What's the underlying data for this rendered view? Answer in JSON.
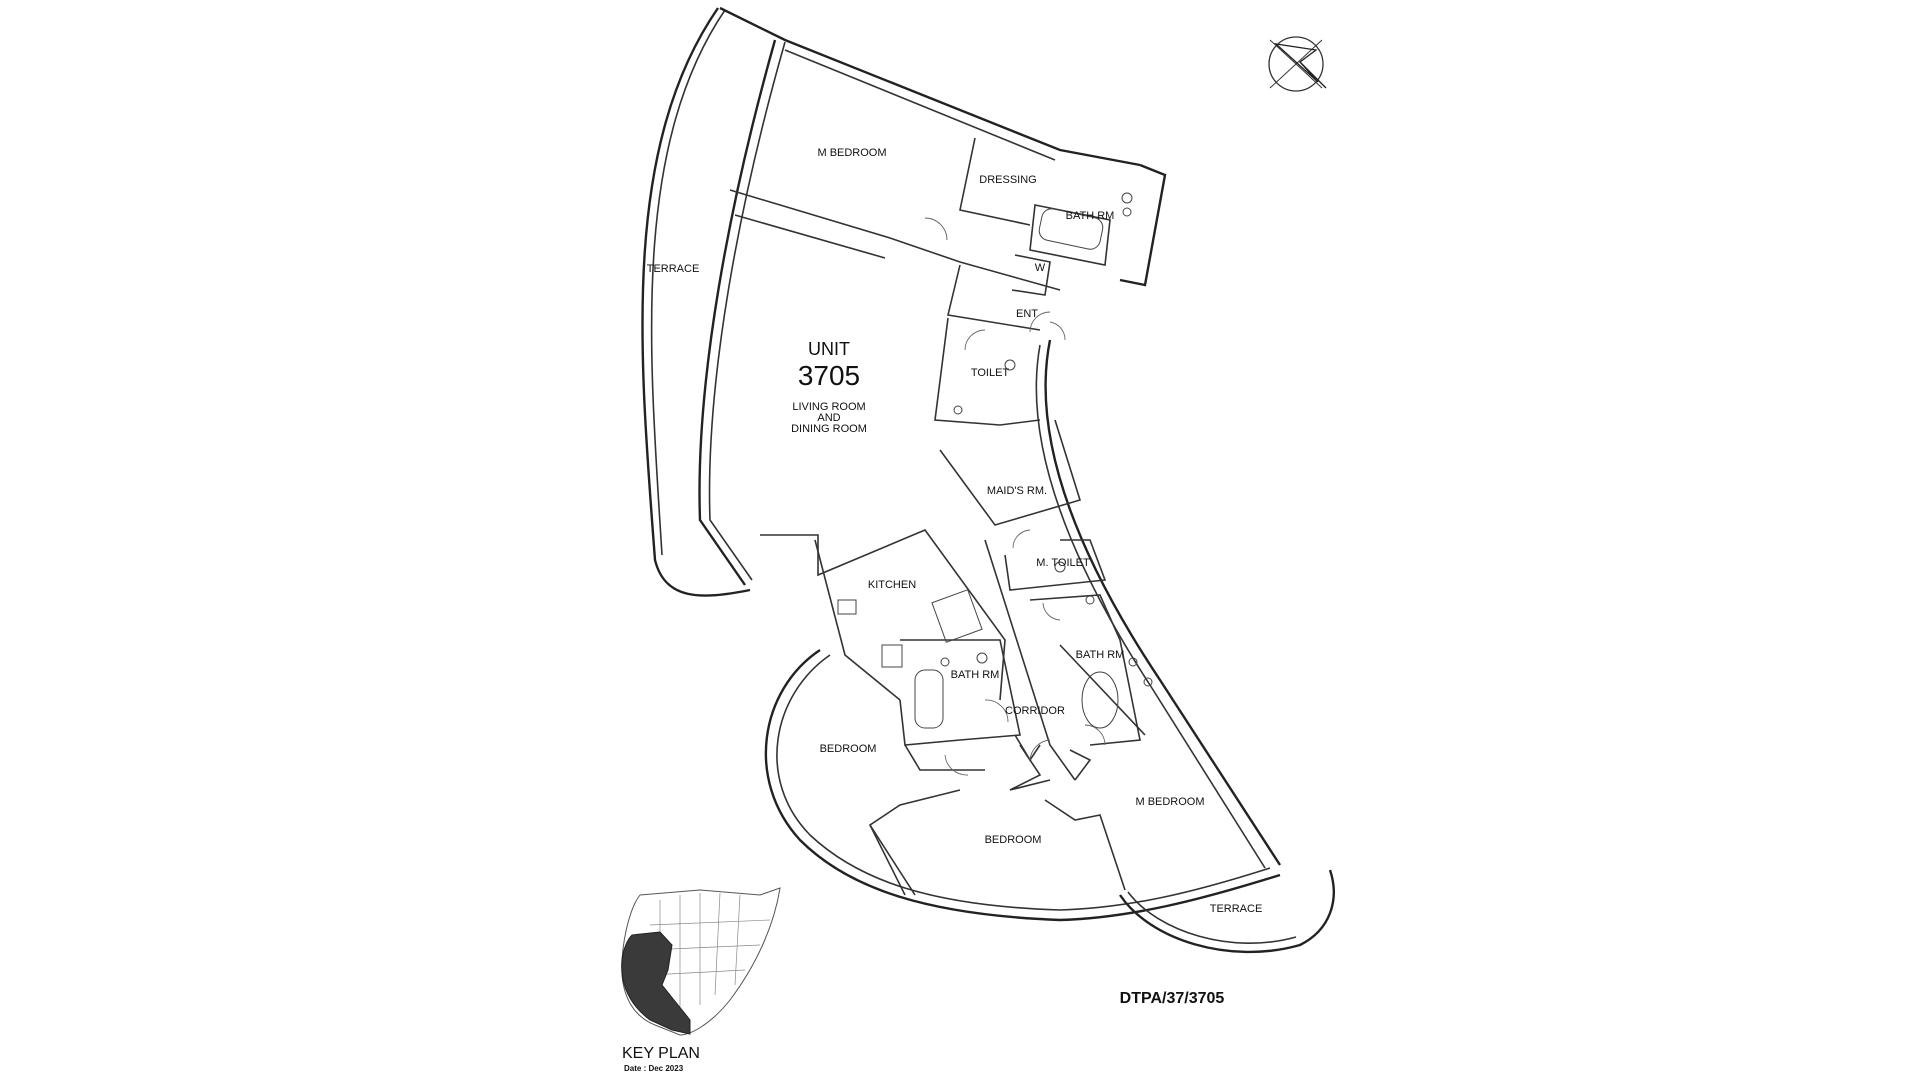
{
  "unit": {
    "label": "UNIT",
    "number": "3705"
  },
  "rooms": {
    "m_bedroom_top": "M BEDROOM",
    "dressing": "DRESSING",
    "bath_rm_top": "BATH RM",
    "w": "W",
    "terrace_left": "TERRACE",
    "ent": "ENT",
    "toilet": "TOILET",
    "living_line1": "LIVING ROOM",
    "living_line2": "AND",
    "living_line3": "DINING ROOM",
    "maids_rm": "MAID'S RM.",
    "m_toilet": "M. TOILET",
    "kitchen": "KITCHEN",
    "bath_rm_mid": "BATH RM",
    "bath_rm_right": "BATH RM",
    "corridor": "CORRIDOR",
    "bedroom_left": "BEDROOM",
    "bedroom_center": "BEDROOM",
    "m_bedroom_bottom": "M BEDROOM",
    "terrace_bottom": "TERRACE"
  },
  "drawing_ref": "DTPA/37/3705",
  "key_plan": {
    "title": "KEY PLAN",
    "date": "Date : Dec 2023"
  },
  "icons": {
    "north_arrow": "north-arrow-icon"
  },
  "colors": {
    "line": "#333333",
    "key_highlight": "#3a3a3a"
  }
}
